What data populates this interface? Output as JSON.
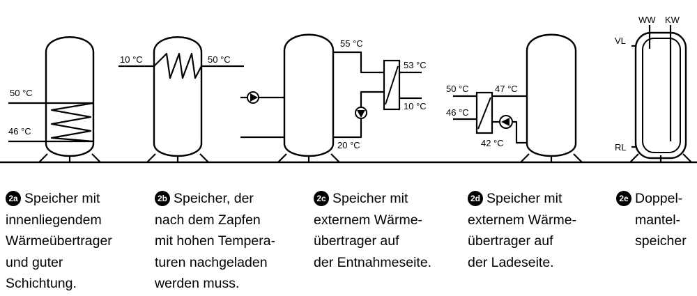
{
  "diagrams": {
    "a": {
      "label_top": "50 °C",
      "label_bottom": "46 °C"
    },
    "b": {
      "label_left": "10 °C",
      "label_right": "50 °C"
    },
    "c": {
      "label_out": "55 °C",
      "label_hx_hot": "53 °C",
      "label_hx_cold": "10 °C",
      "label_return": "20 °C"
    },
    "d": {
      "label_in_hot": "50 °C",
      "label_out_hot": "47 °C",
      "label_in_cold": "46 °C",
      "label_return": "42 °C"
    },
    "e": {
      "label_ww": "WW",
      "label_kw": "KW",
      "label_vl": "VL",
      "label_rl": "RL"
    }
  },
  "captions": [
    {
      "badge": "2a",
      "lines": [
        "Speicher mit",
        "innenliegendem",
        "Wärmeübertrager",
        "und guter",
        "Schichtung."
      ]
    },
    {
      "badge": "2b",
      "lines": [
        "Speicher, der",
        "nach dem Zapfen",
        "mit hohen Tempera-",
        "turen nachgeladen",
        "werden muss."
      ]
    },
    {
      "badge": "2c",
      "lines": [
        "Speicher mit",
        "externem Wärme-",
        "übertrager auf",
        "der Entnahmeseite."
      ]
    },
    {
      "badge": "2d",
      "lines": [
        "Speicher mit",
        "externem Wärme-",
        "übertrager auf",
        "der Ladeseite."
      ]
    },
    {
      "badge": "2e",
      "lines": [
        "Doppel-",
        "mantel-",
        "speicher"
      ]
    }
  ]
}
